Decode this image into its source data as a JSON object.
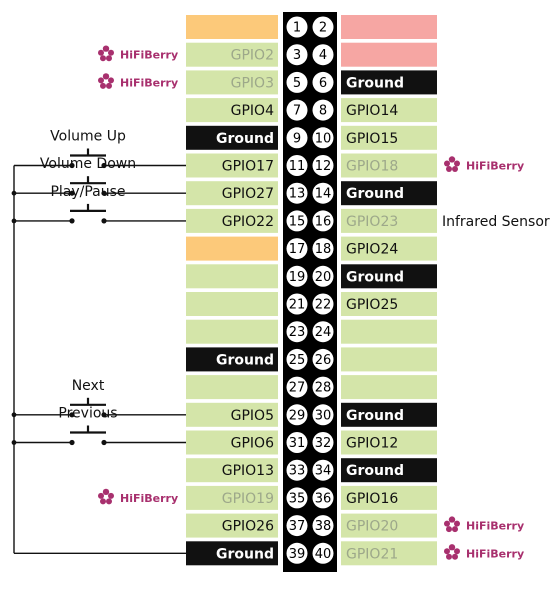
{
  "colors": {
    "gpio": "#d4e5a9",
    "power3v3": "#fcc97a",
    "power5v": "#f6a6a3",
    "ground": "#111111",
    "reserved_text": "#9da88a",
    "brand": "#a8306e"
  },
  "brand_text": "HiFiBerry",
  "pins": [
    {
      "num": "1",
      "left": {
        "label": "",
        "type": "3v3"
      },
      "right": {
        "label": "",
        "type": "5v"
      }
    },
    {
      "num": "3",
      "left": {
        "label": "GPIO2",
        "type": "reserved"
      },
      "right": {
        "label": "",
        "type": "5v"
      }
    },
    {
      "num": "5",
      "left": {
        "label": "GPIO3",
        "type": "reserved"
      },
      "right": {
        "label": "Ground",
        "type": "ground"
      }
    },
    {
      "num": "7",
      "left": {
        "label": "GPIO4",
        "type": "gpio"
      },
      "right": {
        "label": "GPIO14",
        "type": "gpio"
      }
    },
    {
      "num": "9",
      "left": {
        "label": "Ground",
        "type": "ground"
      },
      "right": {
        "label": "GPIO15",
        "type": "gpio"
      }
    },
    {
      "num": "11",
      "left": {
        "label": "GPIO17",
        "type": "gpio"
      },
      "right": {
        "label": "GPIO18",
        "type": "reserved"
      }
    },
    {
      "num": "13",
      "left": {
        "label": "GPIO27",
        "type": "gpio"
      },
      "right": {
        "label": "Ground",
        "type": "ground"
      }
    },
    {
      "num": "15",
      "left": {
        "label": "GPIO22",
        "type": "gpio"
      },
      "right": {
        "label": "GPIO23",
        "type": "reserved"
      }
    },
    {
      "num": "17",
      "left": {
        "label": "",
        "type": "3v3"
      },
      "right": {
        "label": "GPIO24",
        "type": "gpio"
      }
    },
    {
      "num": "19",
      "left": {
        "label": "",
        "type": "gpio"
      },
      "right": {
        "label": "Ground",
        "type": "ground"
      }
    },
    {
      "num": "21",
      "left": {
        "label": "",
        "type": "gpio"
      },
      "right": {
        "label": "GPIO25",
        "type": "gpio"
      }
    },
    {
      "num": "23",
      "left": {
        "label": "",
        "type": "gpio"
      },
      "right": {
        "label": "",
        "type": "gpio"
      }
    },
    {
      "num": "25",
      "left": {
        "label": "Ground",
        "type": "ground"
      },
      "right": {
        "label": "",
        "type": "gpio"
      }
    },
    {
      "num": "27",
      "left": {
        "label": "",
        "type": "gpio"
      },
      "right": {
        "label": "",
        "type": "gpio"
      }
    },
    {
      "num": "29",
      "left": {
        "label": "GPIO5",
        "type": "gpio"
      },
      "right": {
        "label": "Ground",
        "type": "ground"
      }
    },
    {
      "num": "31",
      "left": {
        "label": "GPIO6",
        "type": "gpio"
      },
      "right": {
        "label": "GPIO12",
        "type": "gpio"
      }
    },
    {
      "num": "33",
      "left": {
        "label": "GPIO13",
        "type": "gpio"
      },
      "right": {
        "label": "Ground",
        "type": "ground"
      }
    },
    {
      "num": "35",
      "left": {
        "label": "GPIO19",
        "type": "reserved"
      },
      "right": {
        "label": "GPIO16",
        "type": "gpio"
      }
    },
    {
      "num": "37",
      "left": {
        "label": "GPIO26",
        "type": "gpio"
      },
      "right": {
        "label": "GPIO20",
        "type": "reserved"
      }
    },
    {
      "num": "39",
      "left": {
        "label": "Ground",
        "type": "ground"
      },
      "right": {
        "label": "GPIO21",
        "type": "reserved"
      }
    }
  ],
  "right_pin_numbers": [
    "2",
    "4",
    "6",
    "8",
    "10",
    "12",
    "14",
    "16",
    "18",
    "20",
    "22",
    "24",
    "26",
    "28",
    "30",
    "32",
    "34",
    "36",
    "38",
    "40"
  ],
  "hifiberry_marks": [
    {
      "row": 1,
      "side": "left"
    },
    {
      "row": 2,
      "side": "left"
    },
    {
      "row": 5,
      "side": "right"
    },
    {
      "row": 17,
      "side": "left"
    },
    {
      "row": 18,
      "side": "right"
    },
    {
      "row": 19,
      "side": "right"
    }
  ],
  "annotations": [
    {
      "row": 7,
      "text": "Infrared Sensor"
    }
  ],
  "buttons": [
    {
      "label": "Volume Up",
      "row": 5
    },
    {
      "label": "Volume Down",
      "row": 6
    },
    {
      "label": "Play/Pause",
      "row": 7
    },
    {
      "label": "Next",
      "row": 14
    },
    {
      "label": "Previous",
      "row": 15
    }
  ]
}
